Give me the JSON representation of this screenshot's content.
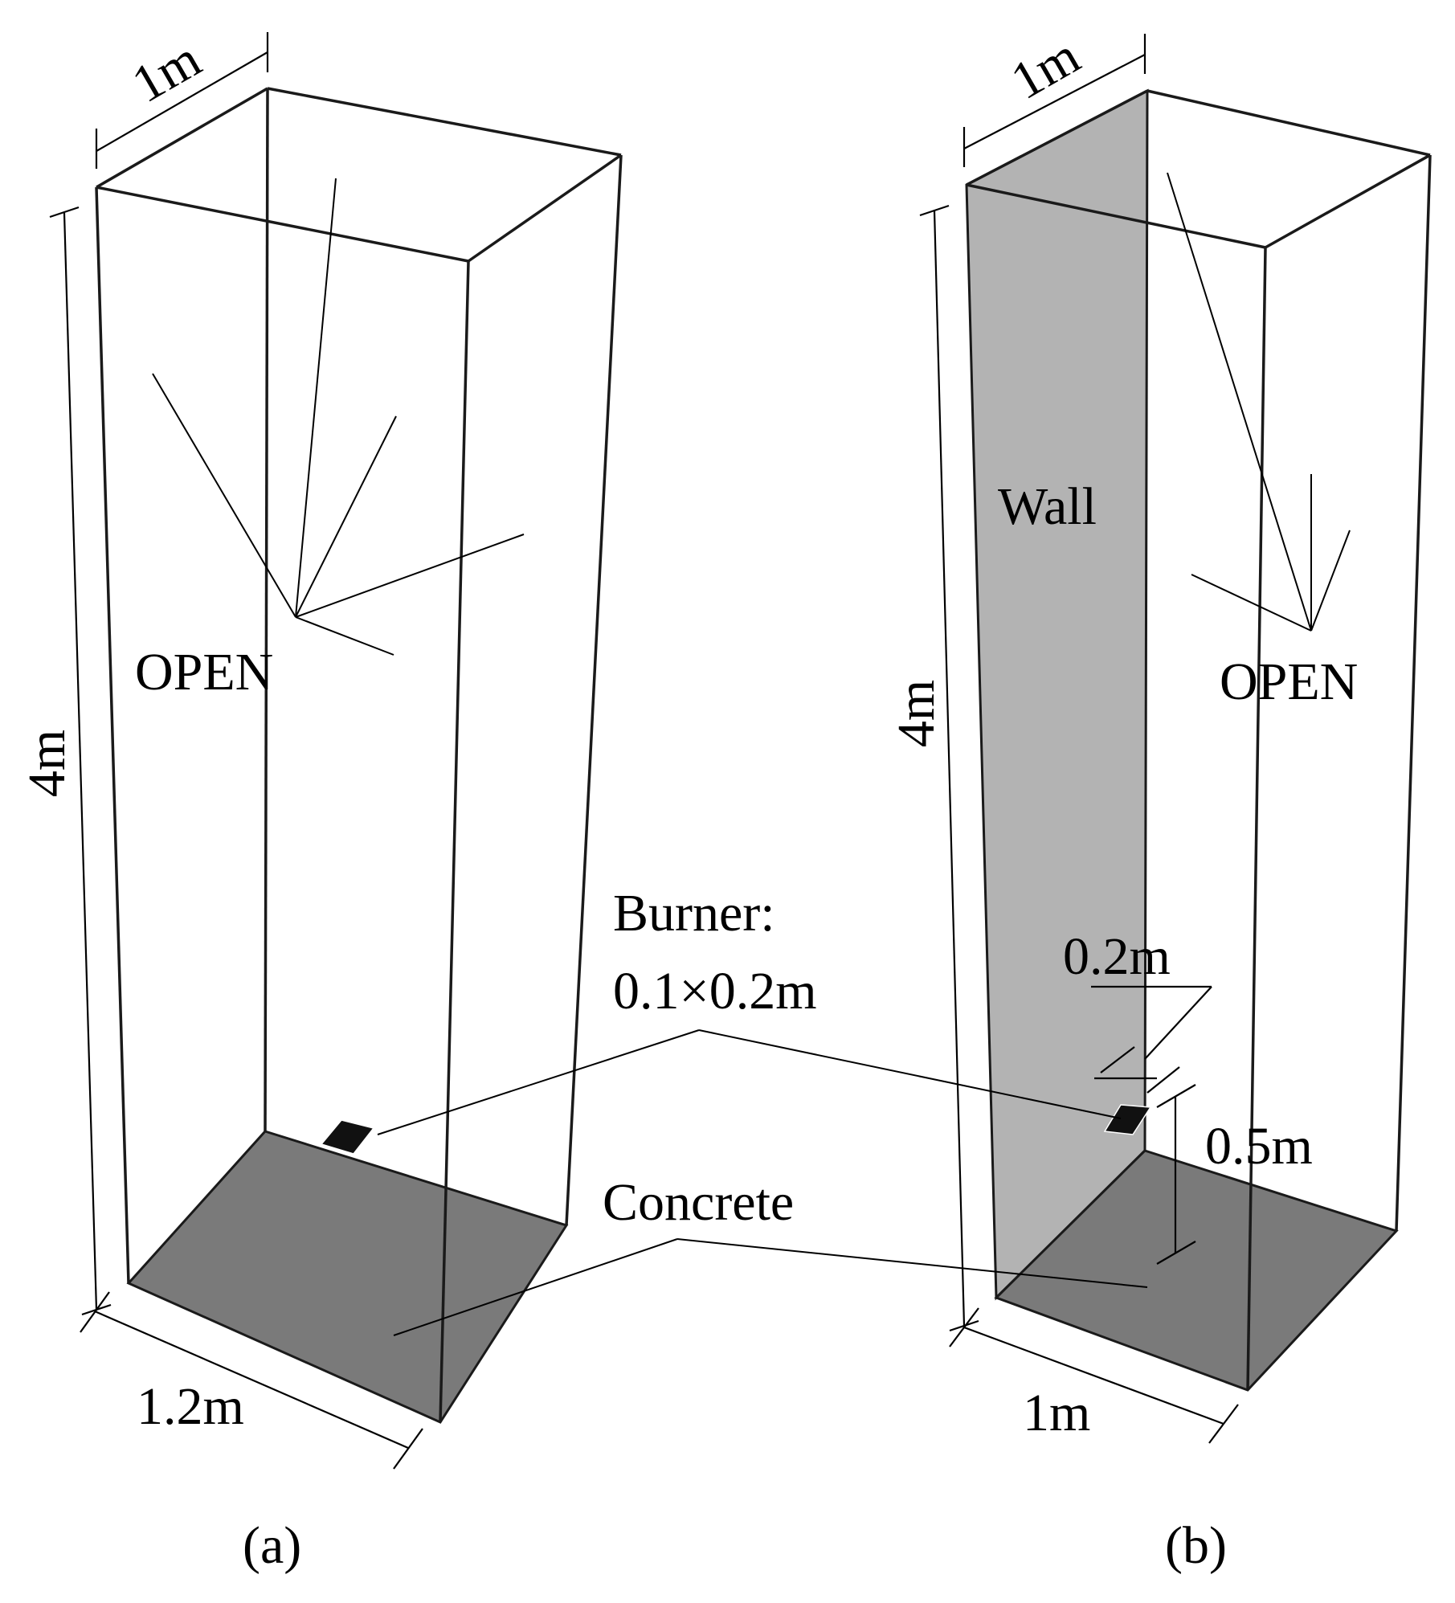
{
  "colors": {
    "wall": "#b3b3b3",
    "concrete": "#7a7a7a",
    "burner": "#111111",
    "line": "#1a1a1a"
  },
  "diagram_a": {
    "caption": "(a)",
    "top_width": "1m",
    "height": "4m",
    "bottom_width": "1.2m",
    "open_label": "OPEN"
  },
  "diagram_b": {
    "caption": "(b)",
    "top_width": "1m",
    "height": "4m",
    "bottom_width": "1m",
    "wall_label": "Wall",
    "open_label": "OPEN",
    "burner_offset": "0.2m",
    "burner_height": "0.5m"
  },
  "shared": {
    "burner_title": "Burner:",
    "burner_size": "0.1×0.2m",
    "concrete_label": "Concrete"
  }
}
